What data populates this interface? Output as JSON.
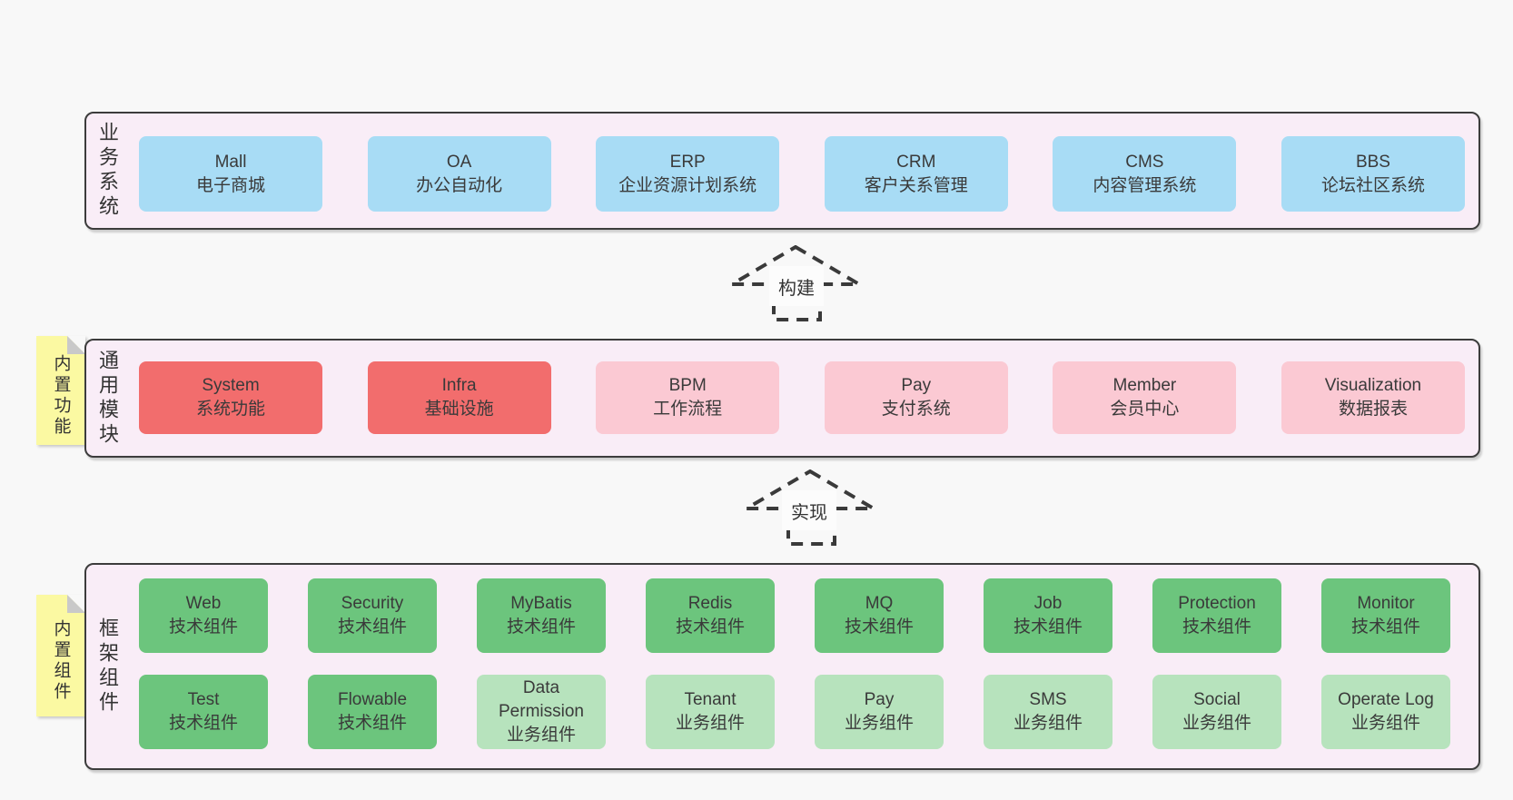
{
  "colors": {
    "page-bg": "#f8f8f8",
    "panel-bg": "#f9edf7",
    "panel-border": "#3c3c3c",
    "box-blue": "#a8dcf5",
    "box-red": "#f26d6d",
    "box-pink": "#fbc9d3",
    "box-green-dark": "#6cc57d",
    "box-green-light": "#b7e3bd",
    "note-yellow": "#fbf9a2",
    "note-fold": "#c9c9c9",
    "text": "#383838",
    "arrow": "#3a3a3a"
  },
  "arrows": {
    "build": {
      "label": "构建"
    },
    "implement": {
      "label": "实现"
    }
  },
  "layers": {
    "business": {
      "side_label": "业务系统",
      "boxes": [
        {
          "title": "Mall",
          "subtitle": "电子商城"
        },
        {
          "title": "OA",
          "subtitle": "办公自动化"
        },
        {
          "title": "ERP",
          "subtitle": "企业资源计划系统"
        },
        {
          "title": "CRM",
          "subtitle": "客户关系管理"
        },
        {
          "title": "CMS",
          "subtitle": "内容管理系统"
        },
        {
          "title": "BBS",
          "subtitle": "论坛社区系统"
        }
      ]
    },
    "modules": {
      "side_label": "通用模块",
      "sticky_note": "内置功能",
      "boxes": [
        {
          "title": "System",
          "subtitle": "系统功能",
          "variant": "core"
        },
        {
          "title": "Infra",
          "subtitle": "基础设施",
          "variant": "core"
        },
        {
          "title": "BPM",
          "subtitle": "工作流程",
          "variant": "optional"
        },
        {
          "title": "Pay",
          "subtitle": "支付系统",
          "variant": "optional"
        },
        {
          "title": "Member",
          "subtitle": "会员中心",
          "variant": "optional"
        },
        {
          "title": "Visualization",
          "subtitle": "数据报表",
          "variant": "optional"
        }
      ]
    },
    "components": {
      "side_label": "框架组件",
      "sticky_note": "内置组件",
      "rows": [
        [
          {
            "title": "Web",
            "subtitle": "技术组件",
            "variant": "tech"
          },
          {
            "title": "Security",
            "subtitle": "技术组件",
            "variant": "tech"
          },
          {
            "title": "MyBatis",
            "subtitle": "技术组件",
            "variant": "tech"
          },
          {
            "title": "Redis",
            "subtitle": "技术组件",
            "variant": "tech"
          },
          {
            "title": "MQ",
            "subtitle": "技术组件",
            "variant": "tech"
          },
          {
            "title": "Job",
            "subtitle": "技术组件",
            "variant": "tech"
          },
          {
            "title": "Protection",
            "subtitle": "技术组件",
            "variant": "tech"
          },
          {
            "title": "Monitor",
            "subtitle": "技术组件",
            "variant": "tech"
          }
        ],
        [
          {
            "title": "Test",
            "subtitle": "技术组件",
            "variant": "tech"
          },
          {
            "title": "Flowable",
            "subtitle": "技术组件",
            "variant": "tech"
          },
          {
            "title": "Data Permission",
            "subtitle": "业务组件",
            "variant": "biz"
          },
          {
            "title": "Tenant",
            "subtitle": "业务组件",
            "variant": "biz"
          },
          {
            "title": "Pay",
            "subtitle": "业务组件",
            "variant": "biz"
          },
          {
            "title": "SMS",
            "subtitle": "业务组件",
            "variant": "biz"
          },
          {
            "title": "Social",
            "subtitle": "业务组件",
            "variant": "biz"
          },
          {
            "title": "Operate Log",
            "subtitle": "业务组件",
            "variant": "biz"
          }
        ]
      ]
    }
  }
}
